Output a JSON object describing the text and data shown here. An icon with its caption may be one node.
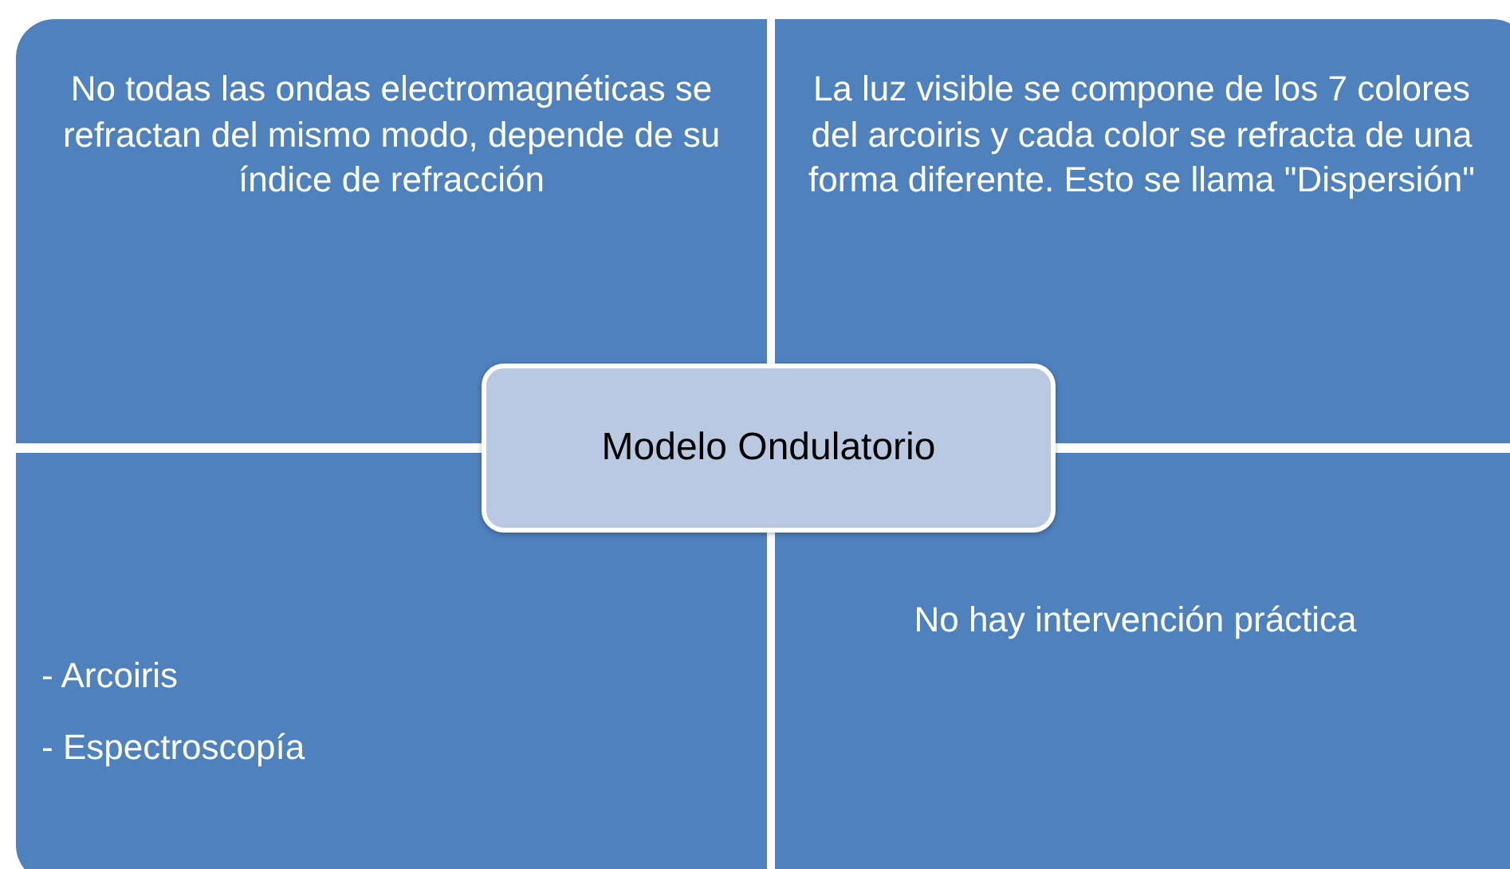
{
  "diagram": {
    "nodes": [
      {
        "text": [
          "No todas las ondas electromagnéticas se refractan del mismo modo, depende de su índice de refracción"
        ]
      },
      {
        "text": [
          "La luz visible se compone de los 7 colores del arcoiris y cada color se refracta de una forma diferente. Esto se llama \"Dispersión\""
        ]
      },
      {
        "text": [
          "- Arcoiris",
          "- Espectroscopía"
        ]
      },
      {
        "text": [
          "No hay intervención práctica"
        ]
      },
      {
        "text": [
          "Modelo Ondulatorio"
        ]
      }
    ]
  }
}
